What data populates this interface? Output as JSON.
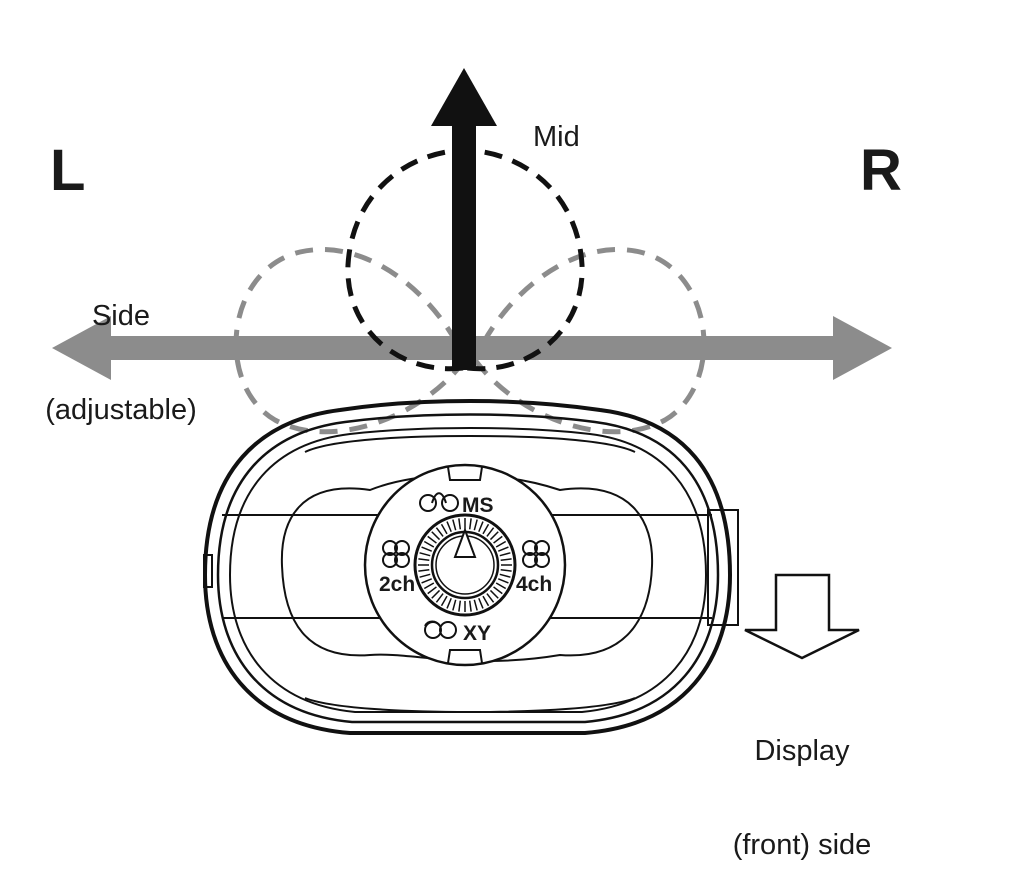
{
  "labels": {
    "left": "L",
    "right": "R",
    "mid": "Mid",
    "side_line1": "Side",
    "side_line2": "(adjustable)",
    "display_line1": "Display",
    "display_line2": "(front) side"
  },
  "dial": {
    "positions": [
      "MS",
      "2ch",
      "4ch",
      "XY"
    ],
    "ms": "MS",
    "ch2": "2ch",
    "ch4": "4ch",
    "xy": "XY",
    "selected": "MS"
  },
  "colors": {
    "mid_axis": "#111111",
    "side_axis": "#8c8c8c",
    "mid_pattern": "#111111",
    "side_pattern": "#8c8c8c",
    "outline": "#111111"
  }
}
